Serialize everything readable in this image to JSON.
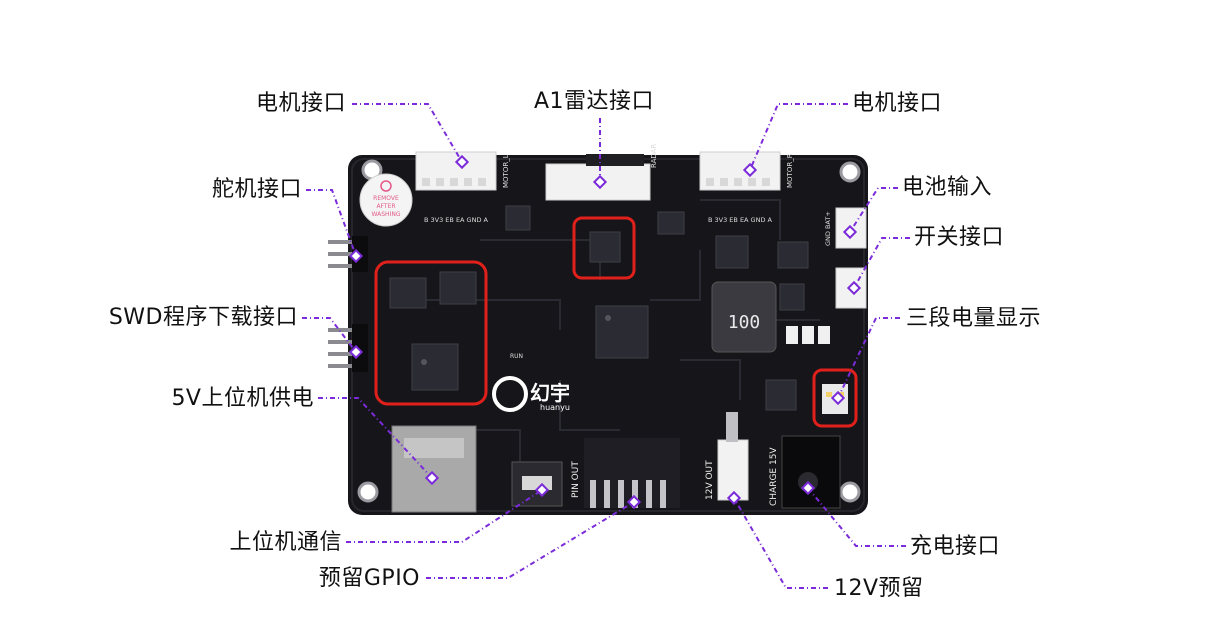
{
  "labels": {
    "motor_left": "电机接口",
    "lidar": "A1雷达接口",
    "motor_right": "电机接口",
    "servo": "舵机接口",
    "battery": "电池输入",
    "switch": "开关接口",
    "swd": "SWD程序下载接口",
    "battery_level": "三段电量显示",
    "usb_power": "5V上位机供电",
    "host_comm": "上位机通信",
    "gpio": "预留GPIO",
    "v12": "12V预留",
    "charge": "充电接口"
  },
  "board": {
    "sticker_lines": [
      "REMOVE",
      "AFTER",
      "WASHING"
    ],
    "brand_cn": "幻宇",
    "brand_en": "huanyu",
    "inductor": "100",
    "silk_pin_out": "PIN OUT",
    "silk_12v_out": "12V OUT",
    "silk_charge": "CHARGE 15V",
    "silk_motor_l": "MOTOR_L",
    "silk_motor_r": "MOTOR_R",
    "silk_radar": "RADAR",
    "silk_motor_pins": "B 3V3 EB EA GND A",
    "silk_bat": "GND BAT+",
    "silk_run": "RUN"
  },
  "colors": {
    "pcb": "#16161a",
    "leader": "#7b2bd9",
    "highlight": "#e0201a"
  }
}
